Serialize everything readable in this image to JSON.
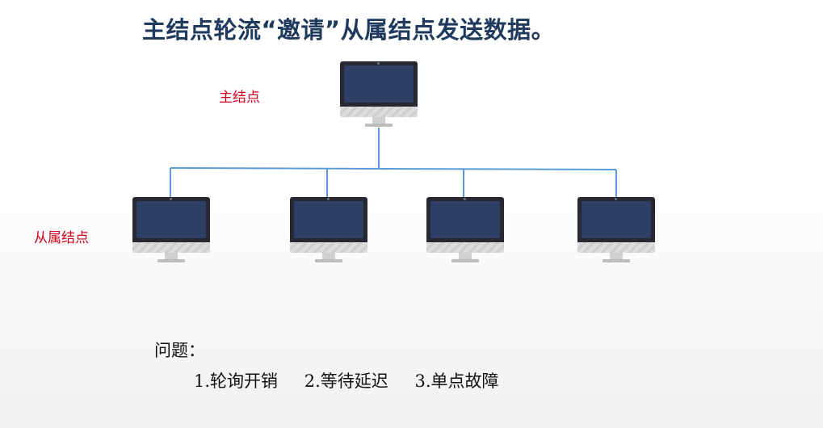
{
  "title": "主结点轮流“邀请”从属结点发送数据。",
  "labels": {
    "master": "主结点",
    "slave": "从属结点"
  },
  "problems": {
    "heading": "问题：",
    "items": [
      "1.轮询开销",
      "2.等待延迟",
      "3.单点故障"
    ]
  },
  "colors": {
    "title": "#1f3a5c",
    "label": "#d0021b",
    "connector": "#5b9bd5",
    "screen": "#2e3f66",
    "bezel": "#262a30"
  },
  "icons": {
    "node": "desktop-monitor-icon"
  }
}
